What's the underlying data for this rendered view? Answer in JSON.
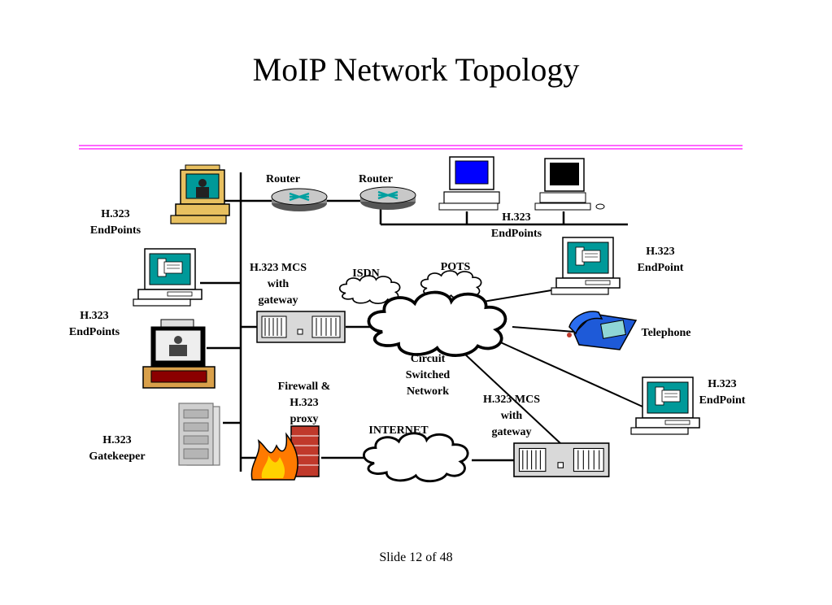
{
  "slide": {
    "title": "MoIP Network Topology",
    "footer": "Slide 12  of 48"
  },
  "labels": {
    "endpoints_top_left": "H.323\nEndPoints",
    "endpoints_mid_left": "H.323\nEndPoints",
    "gatekeeper": "H.323\nGatekeeper",
    "router_1": "Router",
    "router_2": "Router",
    "endpoints_top_right": "H.323\nEndPoints",
    "endpoint_right_1": "H.323\nEndPoint",
    "endpoint_right_2": "H.323\nEndPoint",
    "mcs_gateway_1": "H.323 MCS\nwith\ngateway",
    "mcs_gateway_2": "H.323 MCS\nwith\ngateway",
    "isdn": "ISDN",
    "pots": "POTS",
    "circuit_switched": "Circuit\nSwitched\nNetwork",
    "firewall": "Firewall &\nH.323\nproxy",
    "internet": "INTERNET",
    "telephone": "Telephone"
  },
  "colors": {
    "divider": "#ff66ff",
    "screen_teal": "#009999",
    "screen_blue": "#0000ff",
    "phone_blue": "#1e5ad8",
    "fire_orange": "#ff7a00",
    "brick_red": "#c0392b"
  },
  "icons": [
    "video-pc-icon",
    "pc-icon",
    "videoconf-monitor-icon",
    "server-tower-icon",
    "router-icon",
    "firewall-icon",
    "cloud-icon",
    "mcs-gateway-icon",
    "telephone-icon"
  ]
}
